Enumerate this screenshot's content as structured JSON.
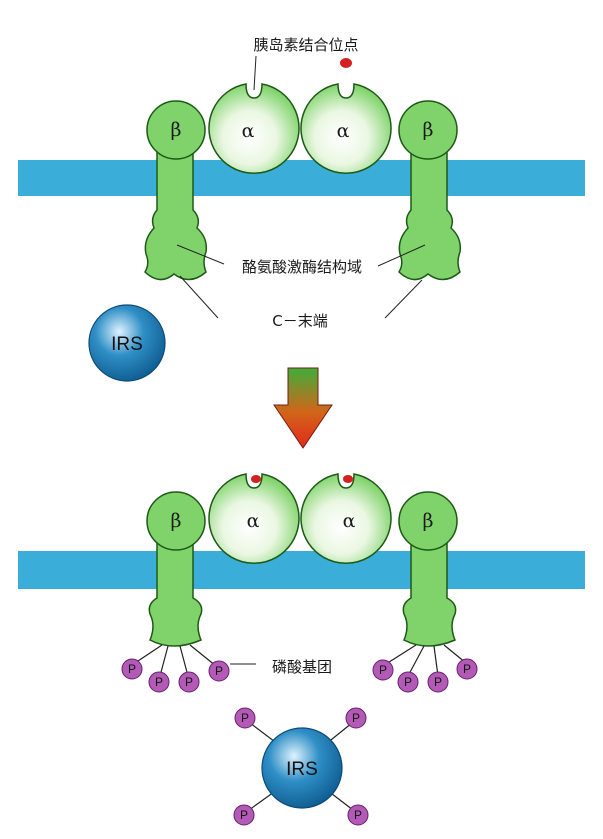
{
  "labels": {
    "binding_site": "胰岛素结合位点",
    "kinase_domain": "酪氨酸激酶结构域",
    "c_terminus": "C－末端",
    "phosphate_group": "磷酸基团"
  },
  "subunits": {
    "alpha": "α",
    "beta": "β"
  },
  "irs_label": "IRS",
  "phosphate_symbol": "P",
  "colors": {
    "membrane": "#3aaed8",
    "receptor_fill": "#7fd36a",
    "receptor_stroke": "#1d5a16",
    "alpha_fill": "#eaf7e2",
    "insulin": "#d42020",
    "phosphate": "#b25ab5",
    "irs_fill": "#2f8fc6",
    "arrow_top": "#3fae3a",
    "arrow_bottom": "#e02a1a"
  }
}
